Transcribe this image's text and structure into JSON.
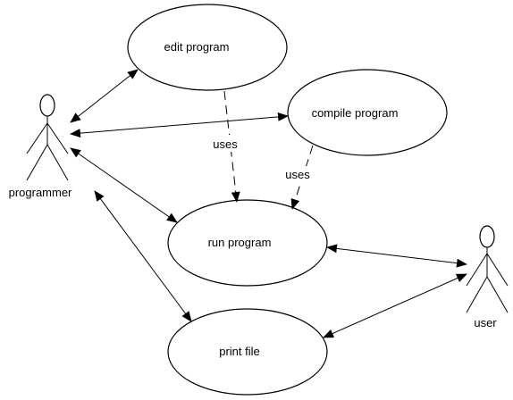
{
  "actors": {
    "programmer": "programmer",
    "user": "user"
  },
  "use_cases": {
    "edit": "edit program",
    "compile": "compile program",
    "run": "run program",
    "print": "print file"
  },
  "relations": {
    "uses_edit_run": "uses",
    "uses_compile_run": "uses"
  }
}
